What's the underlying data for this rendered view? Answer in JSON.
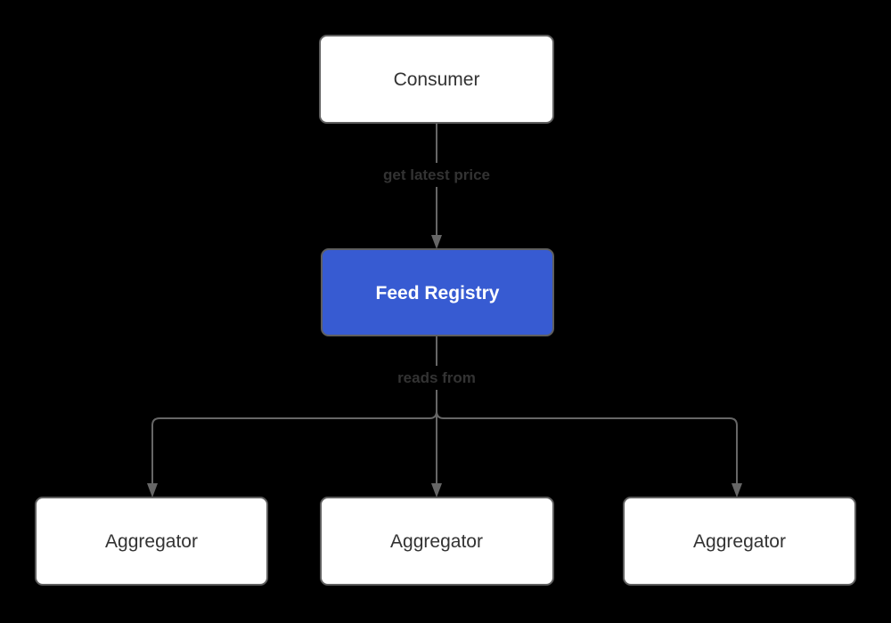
{
  "page": {
    "background": "#000000"
  },
  "colors": {
    "node_fill": "#ffffff",
    "node_border": "#5f5f5f",
    "node_text": "#333333",
    "accent_fill": "#375bd2",
    "accent_text": "#ffffff",
    "edge_line": "#666666",
    "edge_arrowhead": "#666666",
    "edge_label_text": "#333333",
    "edge_label_bg": "#000000"
  },
  "diagram": {
    "type": "flowchart-top-down",
    "nodes": [
      {
        "id": "consumer",
        "label": "Consumer"
      },
      {
        "id": "feed-registry",
        "label": "Feed Registry"
      },
      {
        "id": "aggregator-1",
        "label": "Aggregator"
      },
      {
        "id": "aggregator-2",
        "label": "Aggregator"
      },
      {
        "id": "aggregator-3",
        "label": "Aggregator"
      }
    ],
    "edges": [
      {
        "from": "consumer",
        "to": "feed-registry",
        "label": "get latest price"
      },
      {
        "from": "feed-registry",
        "to": "aggregator-1",
        "label": ""
      },
      {
        "from": "feed-registry",
        "to": "aggregator-2",
        "label": "reads from"
      },
      {
        "from": "feed-registry",
        "to": "aggregator-3",
        "label": ""
      }
    ]
  }
}
